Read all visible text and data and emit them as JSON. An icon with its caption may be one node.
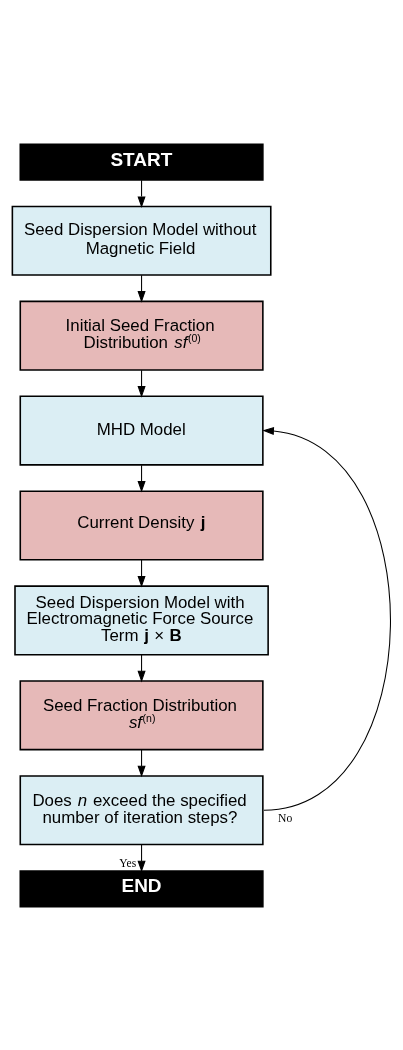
{
  "diagram": {
    "nodes": [
      {
        "text": [
          "START"
        ]
      },
      {
        "text": [
          "Seed Dispersion Model without Magnetic Field"
        ]
      },
      {
        "text": [
          "Initial Seed Fraction Distribution *sf*$^{(0)}$"
        ]
      },
      {
        "text": [
          "MHD Model"
        ]
      },
      {
        "text": [
          "Current Density **j**"
        ]
      },
      {
        "text": [
          "Seed Dispersion Model with Electromagnetic Force Source Term **j** × **B**"
        ]
      },
      {
        "text": [
          "Seed Fraction Distribution *sf*$^{(n)}$"
        ]
      },
      {
        "text": [
          "Does *n* exceed the specified number of iteration steps?"
        ]
      },
      {
        "text": [
          "END"
        ]
      }
    ],
    "edges": [
      {
        "from": 0,
        "to": 1,
        "arrow": "to"
      },
      {
        "from": 1,
        "to": 2,
        "arrow": "to"
      },
      {
        "from": 2,
        "to": 3,
        "arrow": "to"
      },
      {
        "from": 3,
        "to": 4,
        "arrow": "to"
      },
      {
        "from": 4,
        "to": 5,
        "arrow": "to"
      },
      {
        "from": 5,
        "to": 6,
        "arrow": "to"
      },
      {
        "from": 6,
        "to": 7,
        "arrow": "to"
      },
      {
        "from": 7,
        "to": 3,
        "arrow": "to",
        "label": "No"
      },
      {
        "from": 7,
        "to": 8,
        "arrow": "to",
        "label": "Yes"
      }
    ]
  }
}
